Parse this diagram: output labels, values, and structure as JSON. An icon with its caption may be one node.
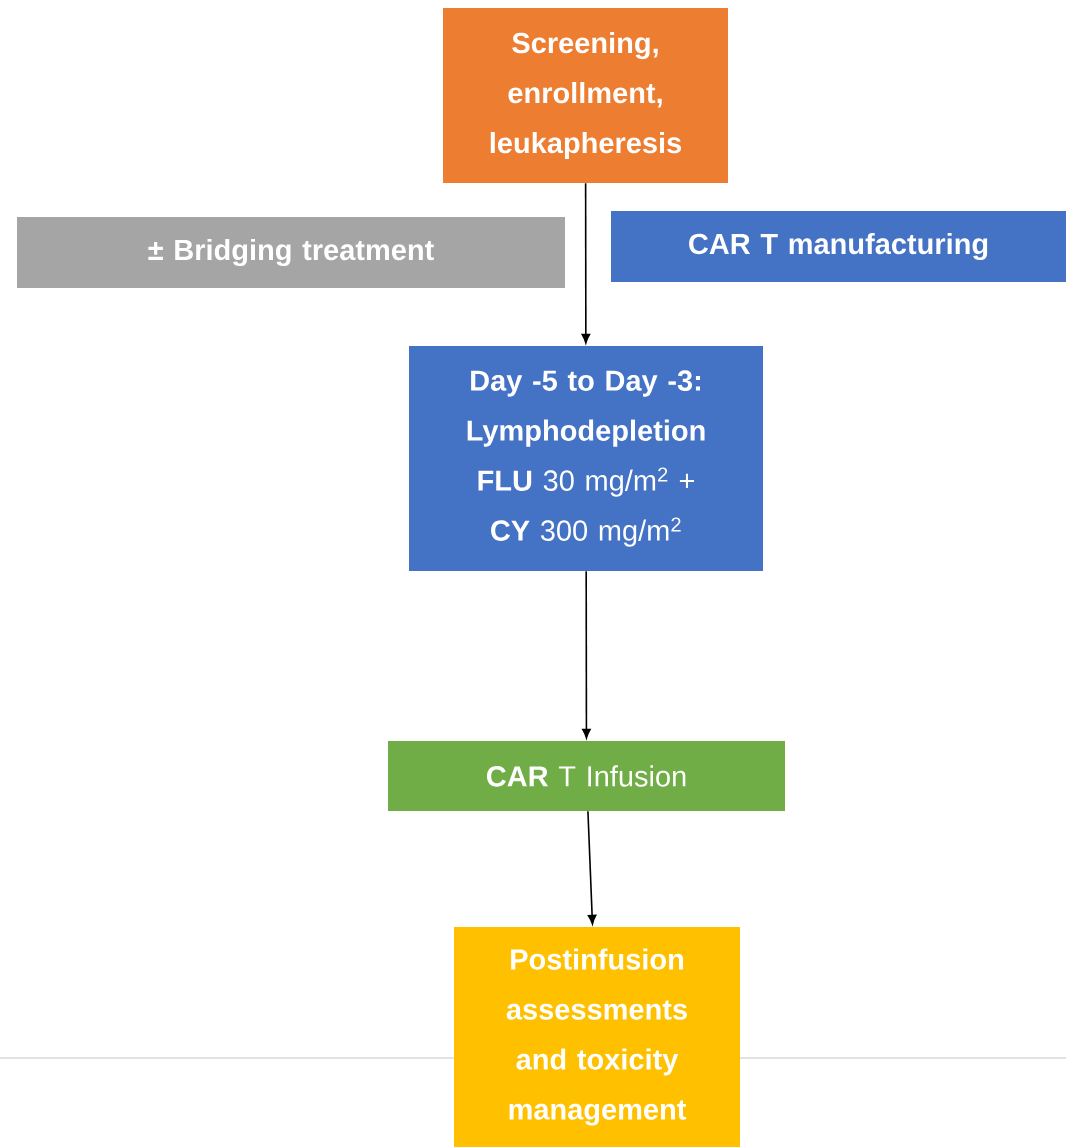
{
  "diagram": {
    "nodes": [
      {
        "text": [
          "Screening, enrollment, leukapheresis"
        ]
      },
      {
        "text": [
          "± Bridging treatment"
        ]
      },
      {
        "text": [
          "CAR T manufacturing"
        ]
      },
      {
        "text": [
          "Day -5 to Day -3: Lymphodepletion",
          "**FLU** 30 mg/m$^{2}$ + **CY** 300 mg/m$^{2}$"
        ]
      },
      {
        "text": [
          "**CAR** T Infusion"
        ]
      },
      {
        "text": [
          "Postinfusion assessments and toxicity management"
        ]
      }
    ],
    "edges": [
      {
        "from": 0,
        "to": 3,
        "arrow": "to"
      },
      {
        "from": 3,
        "to": 4,
        "arrow": "to"
      },
      {
        "from": 4,
        "to": 5,
        "arrow": "to"
      }
    ]
  }
}
